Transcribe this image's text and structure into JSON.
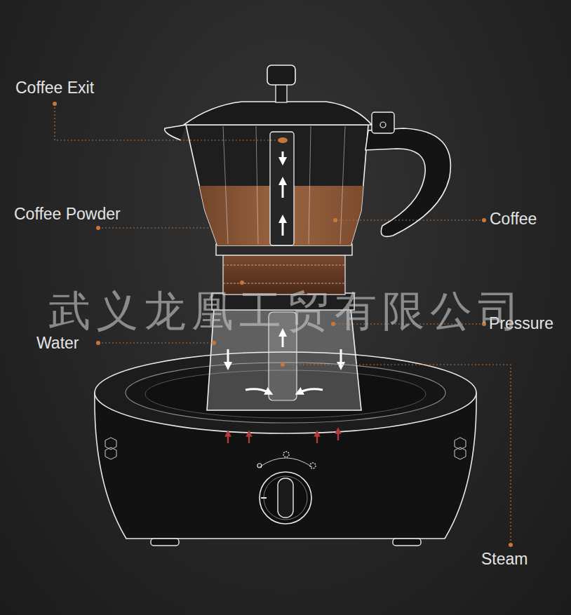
{
  "diagram": {
    "labels": [
      "Coffee Exit",
      "Coffee Powder",
      "Coffee",
      "Water",
      "Pressure",
      "Steam",
      "武义龙凰工贸有限公司"
    ]
  }
}
